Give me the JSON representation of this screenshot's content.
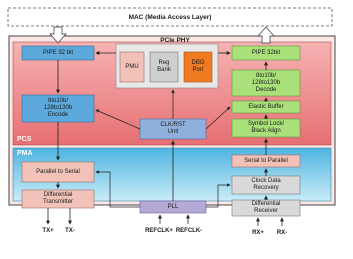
{
  "title": "MAC (Media Access Layer)",
  "phy_label": "PCIe PHY",
  "pcs_label": "PCS",
  "pma_label": "PMA",
  "tx_path": {
    "pipe": "PIPE 32 bit",
    "encode": "8to10b/\n128to130b\nEncode",
    "serializer": "Parallel to Serial",
    "transmitter": "Differential\nTransmitter"
  },
  "rx_path": {
    "pipe": "PIPE 32bit",
    "decode": "8to10b/\n128to130b\nDecode",
    "elastic_buffer": "Elastic Buffer",
    "symbol_lock": "Symbol Lock/\nBlack Align",
    "deserializer": "Serial to Parallel",
    "cdr": "Clock Data\nRecovery",
    "receiver": "Differential\nReceiver"
  },
  "center": {
    "pmu": "PMU",
    "reg_bank": "Reg\nBank",
    "dbg_port": "DBG\nPort",
    "clk_rst": "CLK/RST\nUnit",
    "pll": "PLL"
  },
  "ports": {
    "tx_plus": "TX+",
    "tx_minus": "TX-",
    "refclk_plus": "REFCLK+",
    "refclk_minus": "REFCLK-",
    "rx_plus": "RX+",
    "rx_minus": "RX-"
  },
  "colors": {
    "pcs_fill": "#f08f8f",
    "pma_fill": "#6cc4e6",
    "tx_block": "#5da9dc",
    "rx_block": "#a9e07a",
    "salmon_block": "#f2c2b8",
    "gray_block": "#d9d9d9",
    "dbg_block": "#f07a22",
    "clk_block": "#8fb0dc",
    "pll_block": "#b5a9d8",
    "line": "#222222"
  }
}
